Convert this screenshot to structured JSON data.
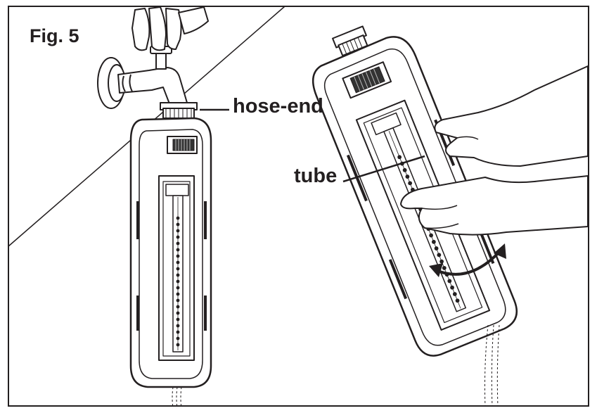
{
  "figure": {
    "title": "Fig. 5",
    "callouts": {
      "hose_end": "hose-end",
      "tube": "tube"
    }
  },
  "colors": {
    "ink": "#231f20",
    "background": "#ffffff",
    "part_fill": "#ffffff",
    "shade": "#d9d9d9",
    "dark": "#333333"
  },
  "icons": [
    "water-faucet-icon",
    "sprinkler-icon",
    "hand-icon",
    "rotation-arrow-icon"
  ]
}
